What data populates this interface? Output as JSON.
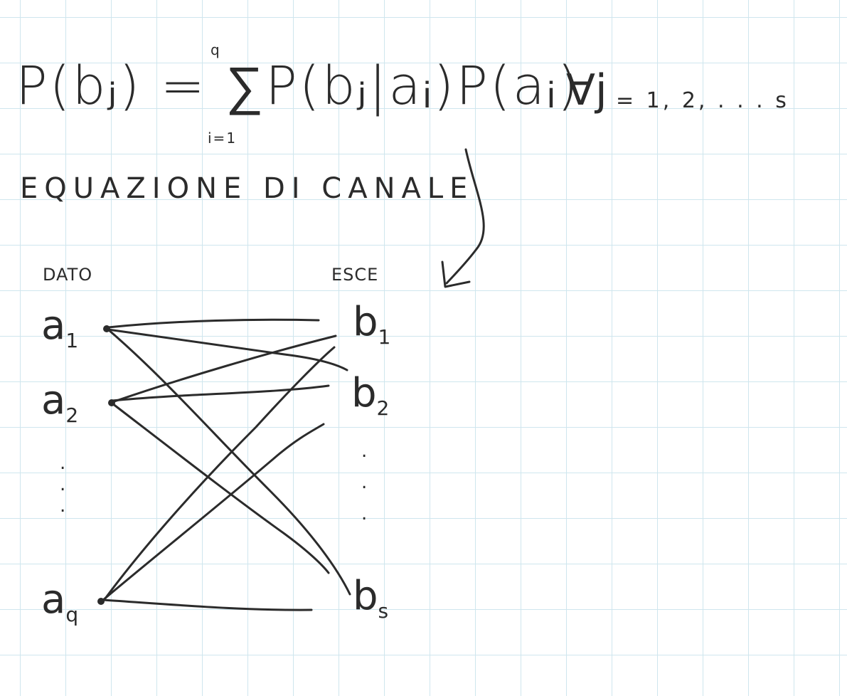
{
  "formula": {
    "main": "P(bⱼ) = ∑P(bⱼ|aᵢ)P(aᵢ)",
    "sum_upper": "q",
    "sum_lower": "i=1",
    "forall_symbol": "∀j",
    "range": "= 1, 2, . . . s"
  },
  "title": "EQUAZIONE DI CANALE",
  "labels": {
    "input": "DATO",
    "output": "ESCE"
  },
  "inputs": [
    {
      "symbol": "a",
      "sub": "1"
    },
    {
      "symbol": "a",
      "sub": "2"
    },
    {
      "symbol": "a",
      "sub": "q"
    }
  ],
  "outputs": [
    {
      "symbol": "b",
      "sub": "1"
    },
    {
      "symbol": "b",
      "sub": "2"
    },
    {
      "symbol": "b",
      "sub": "s"
    }
  ],
  "dots": ".\n.\n.",
  "ink_color": "#2b2b2b",
  "grid_color": "#cfe6ee"
}
